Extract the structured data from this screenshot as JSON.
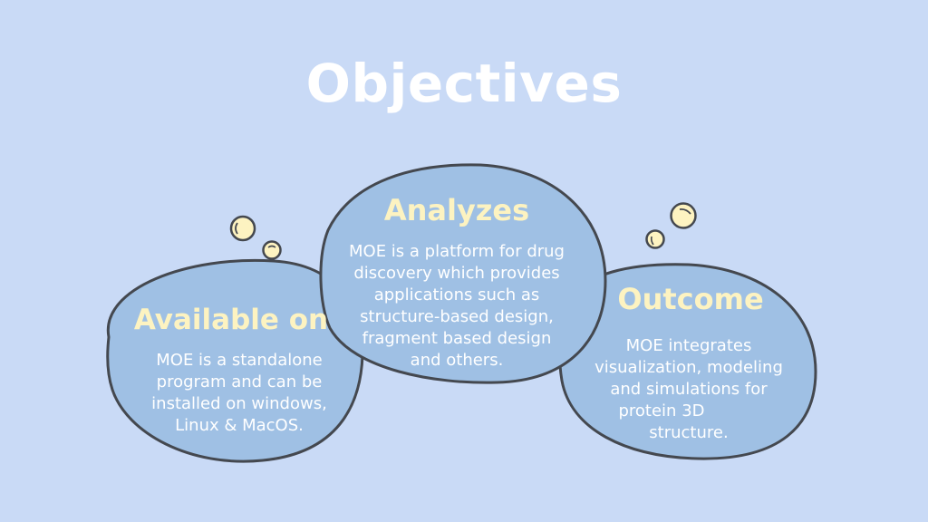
{
  "slide": {
    "title": "Objectives",
    "cards": [
      {
        "heading": "Available on",
        "lines": [
          "MOE is a standalone",
          "program and can be",
          "installed on windows,",
          "Linux & MacOS."
        ]
      },
      {
        "heading": "Analyzes",
        "lines": [
          "MOE is a platform for drug",
          "discovery which provides",
          "applications such as",
          "structure-based design,",
          "fragment based design",
          "and others."
        ]
      },
      {
        "heading": "Outcome",
        "lines": [
          "MOE integrates",
          "visualization, modeling",
          "and simulations for",
          "protein 3D",
          "structure."
        ]
      }
    ]
  },
  "colors": {
    "background": "#c9daf6",
    "blob_fill": "#9fc0e4",
    "blob_stroke": "#44484f",
    "heading": "#fdf3c1",
    "bubble": "#fdf3c1",
    "text": "#ffffff"
  }
}
